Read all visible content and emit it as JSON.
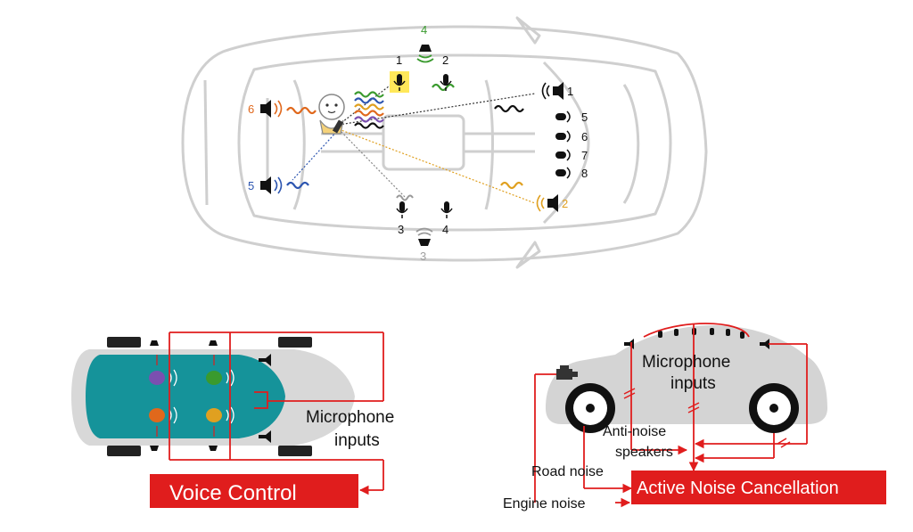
{
  "colors": {
    "red": "#e01d1d",
    "teal": "#15939a",
    "car_outline": "#cccccc",
    "car_fill_gray": "#d4d4d4",
    "orange": "#e0681c",
    "blue": "#2c55b0",
    "green": "#3a9a2e",
    "gold": "#e0a020",
    "gray_label": "#a0a0a0",
    "highlight": "#ffe85a"
  },
  "top_diagram": {
    "speaker_labels": {
      "s1": "1",
      "s2": "2",
      "s3": "3",
      "s4": "4",
      "s5": "5",
      "s6": "6"
    },
    "mic_labels": {
      "m1": "1",
      "m2": "2",
      "m3": "3",
      "m4": "4",
      "m5": "5",
      "m6": "6",
      "m7": "7",
      "m8": "8"
    }
  },
  "voice_control": {
    "microphone_label_line1": "Microphone",
    "microphone_label_line2": "inputs",
    "banner": "Voice Control"
  },
  "anc": {
    "microphone_label_line1": "Microphone",
    "microphone_label_line2": "inputs",
    "anti_noise_line1": "Anti-noise",
    "anti_noise_line2": "speakers",
    "road_noise": "Road noise",
    "engine_noise": "Engine noise",
    "banner": "Active Noise Cancellation"
  }
}
